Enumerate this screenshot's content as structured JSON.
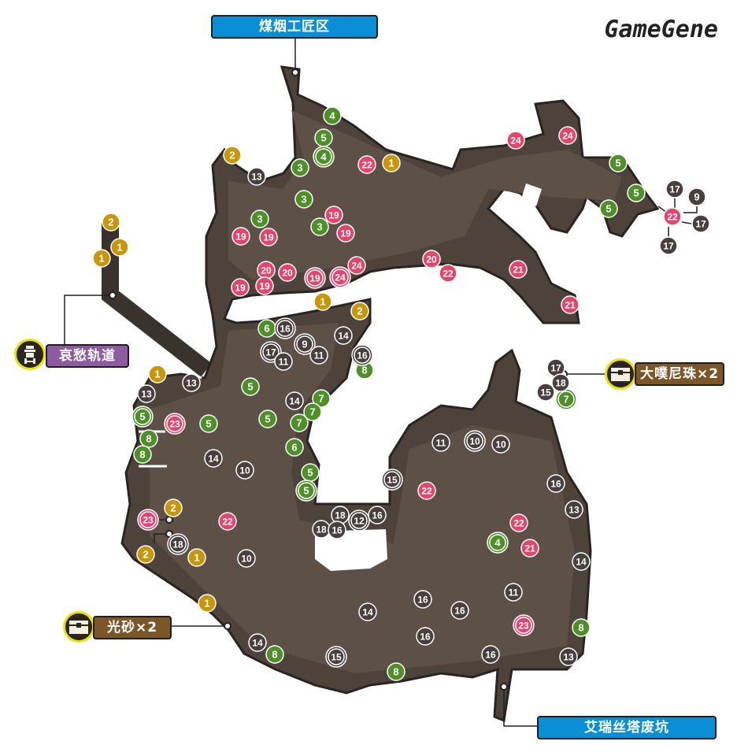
{
  "logo": "GameGene",
  "areas": {
    "top": "煤烟工匠区",
    "left": "哀愁轨道",
    "bottom": "艾瑞丝塔废坑"
  },
  "treasures": {
    "right": "大噗尼珠×2",
    "left": "光砂×2"
  },
  "colors": {
    "gold": "#c8960a",
    "green": "#4e8f2a",
    "pink": "#e4456e",
    "dark": "#4a3f3f",
    "ground": "#5b4f45"
  },
  "markers": [
    [
      "2",
      "gold",
      0
    ],
    [
      "1",
      "gold",
      0
    ],
    [
      "2",
      "gold",
      0
    ],
    [
      "1",
      "gold",
      0
    ],
    [
      "1",
      "gold",
      0
    ],
    [
      "1",
      "gold",
      0
    ],
    [
      "2",
      "gold",
      0
    ],
    [
      "1",
      "gold",
      0
    ],
    [
      "2",
      "gold",
      0
    ],
    [
      "2",
      "gold",
      0
    ],
    [
      "1",
      "gold",
      0
    ],
    [
      "1",
      "gold",
      0
    ],
    [
      "4",
      "green",
      0
    ],
    [
      "5",
      "green",
      0
    ],
    [
      "4",
      "green",
      1
    ],
    [
      "3",
      "green",
      0
    ],
    [
      "3",
      "green",
      0
    ],
    [
      "3",
      "green",
      0
    ],
    [
      "3",
      "green",
      0
    ],
    [
      "5",
      "green",
      0
    ],
    [
      "5",
      "green",
      0
    ],
    [
      "5",
      "green",
      0
    ],
    [
      "6",
      "green",
      0
    ],
    [
      "8",
      "green",
      0
    ],
    [
      "5",
      "green",
      0
    ],
    [
      "7",
      "green",
      0
    ],
    [
      "7",
      "green",
      0
    ],
    [
      "7",
      "green",
      0
    ],
    [
      "5",
      "green",
      1
    ],
    [
      "5",
      "green",
      0
    ],
    [
      "5",
      "green",
      0
    ],
    [
      "8",
      "green",
      0
    ],
    [
      "8",
      "green",
      0
    ],
    [
      "6",
      "green",
      0
    ],
    [
      "5",
      "green",
      0
    ],
    [
      "5",
      "green",
      1
    ],
    [
      "4",
      "green",
      1
    ],
    [
      "8",
      "green",
      0
    ],
    [
      "8",
      "green",
      0
    ],
    [
      "8",
      "green",
      0
    ],
    [
      "7",
      "green",
      1
    ],
    [
      "22",
      "pink",
      0
    ],
    [
      "19",
      "pink",
      0
    ],
    [
      "19",
      "pink",
      0
    ],
    [
      "19",
      "pink",
      0
    ],
    [
      "19",
      "pink",
      0
    ],
    [
      "20",
      "pink",
      0
    ],
    [
      "20",
      "pink",
      0
    ],
    [
      "19",
      "pink",
      1
    ],
    [
      "24",
      "pink",
      1
    ],
    [
      "24",
      "pink",
      0
    ],
    [
      "20",
      "pink",
      0
    ],
    [
      "22",
      "pink",
      0
    ],
    [
      "19",
      "pink",
      0
    ],
    [
      "19",
      "pink",
      0
    ],
    [
      "24",
      "pink",
      0
    ],
    [
      "24",
      "pink",
      0
    ],
    [
      "21",
      "pink",
      0
    ],
    [
      "21",
      "pink",
      0
    ],
    [
      "22",
      "pink",
      0
    ],
    [
      "23",
      "pink",
      1
    ],
    [
      "23",
      "pink",
      1
    ],
    [
      "22",
      "pink",
      0
    ],
    [
      "22",
      "pink",
      0
    ],
    [
      "22",
      "pink",
      0
    ],
    [
      "21",
      "pink",
      0
    ],
    [
      "23",
      "pink",
      1
    ],
    [
      "13",
      "dark",
      0
    ],
    [
      "16",
      "dark",
      1
    ],
    [
      "17",
      "dark",
      1
    ],
    [
      "11",
      "dark",
      0
    ],
    [
      "9",
      "dark",
      1
    ],
    [
      "11",
      "dark",
      0
    ],
    [
      "14",
      "dark",
      0
    ],
    [
      "16",
      "dark",
      1
    ],
    [
      "13",
      "dark",
      0
    ],
    [
      "13",
      "dark",
      0
    ],
    [
      "14",
      "dark",
      0
    ],
    [
      "14",
      "dark",
      0
    ],
    [
      "10",
      "dark",
      0
    ],
    [
      "11",
      "dark",
      0
    ],
    [
      "10",
      "dark",
      1
    ],
    [
      "10",
      "dark",
      0
    ],
    [
      "15",
      "dark",
      1
    ],
    [
      "16",
      "dark",
      0
    ],
    [
      "13",
      "dark",
      0
    ],
    [
      "18",
      "dark",
      0
    ],
    [
      "12",
      "dark",
      1
    ],
    [
      "16",
      "dark",
      0
    ],
    [
      "18",
      "dark",
      0
    ],
    [
      "16",
      "dark",
      0
    ],
    [
      "18",
      "dark",
      1
    ],
    [
      "10",
      "dark",
      0
    ],
    [
      "14",
      "dark",
      0
    ],
    [
      "11",
      "dark",
      0
    ],
    [
      "16",
      "dark",
      0
    ],
    [
      "14",
      "dark",
      0
    ],
    [
      "16",
      "dark",
      0
    ],
    [
      "16",
      "dark",
      0
    ],
    [
      "14",
      "dark",
      0
    ],
    [
      "15",
      "dark",
      1
    ],
    [
      "16",
      "dark",
      0
    ],
    [
      "13",
      "dark",
      0
    ],
    [
      "17",
      "dark",
      0
    ],
    [
      "18",
      "dark",
      0
    ],
    [
      "15",
      "dark",
      0
    ],
    [
      "17",
      "dark",
      0
    ],
    [
      "9",
      "dark",
      0
    ],
    [
      "17",
      "dark",
      0
    ],
    [
      "17",
      "dark",
      0
    ]
  ]
}
